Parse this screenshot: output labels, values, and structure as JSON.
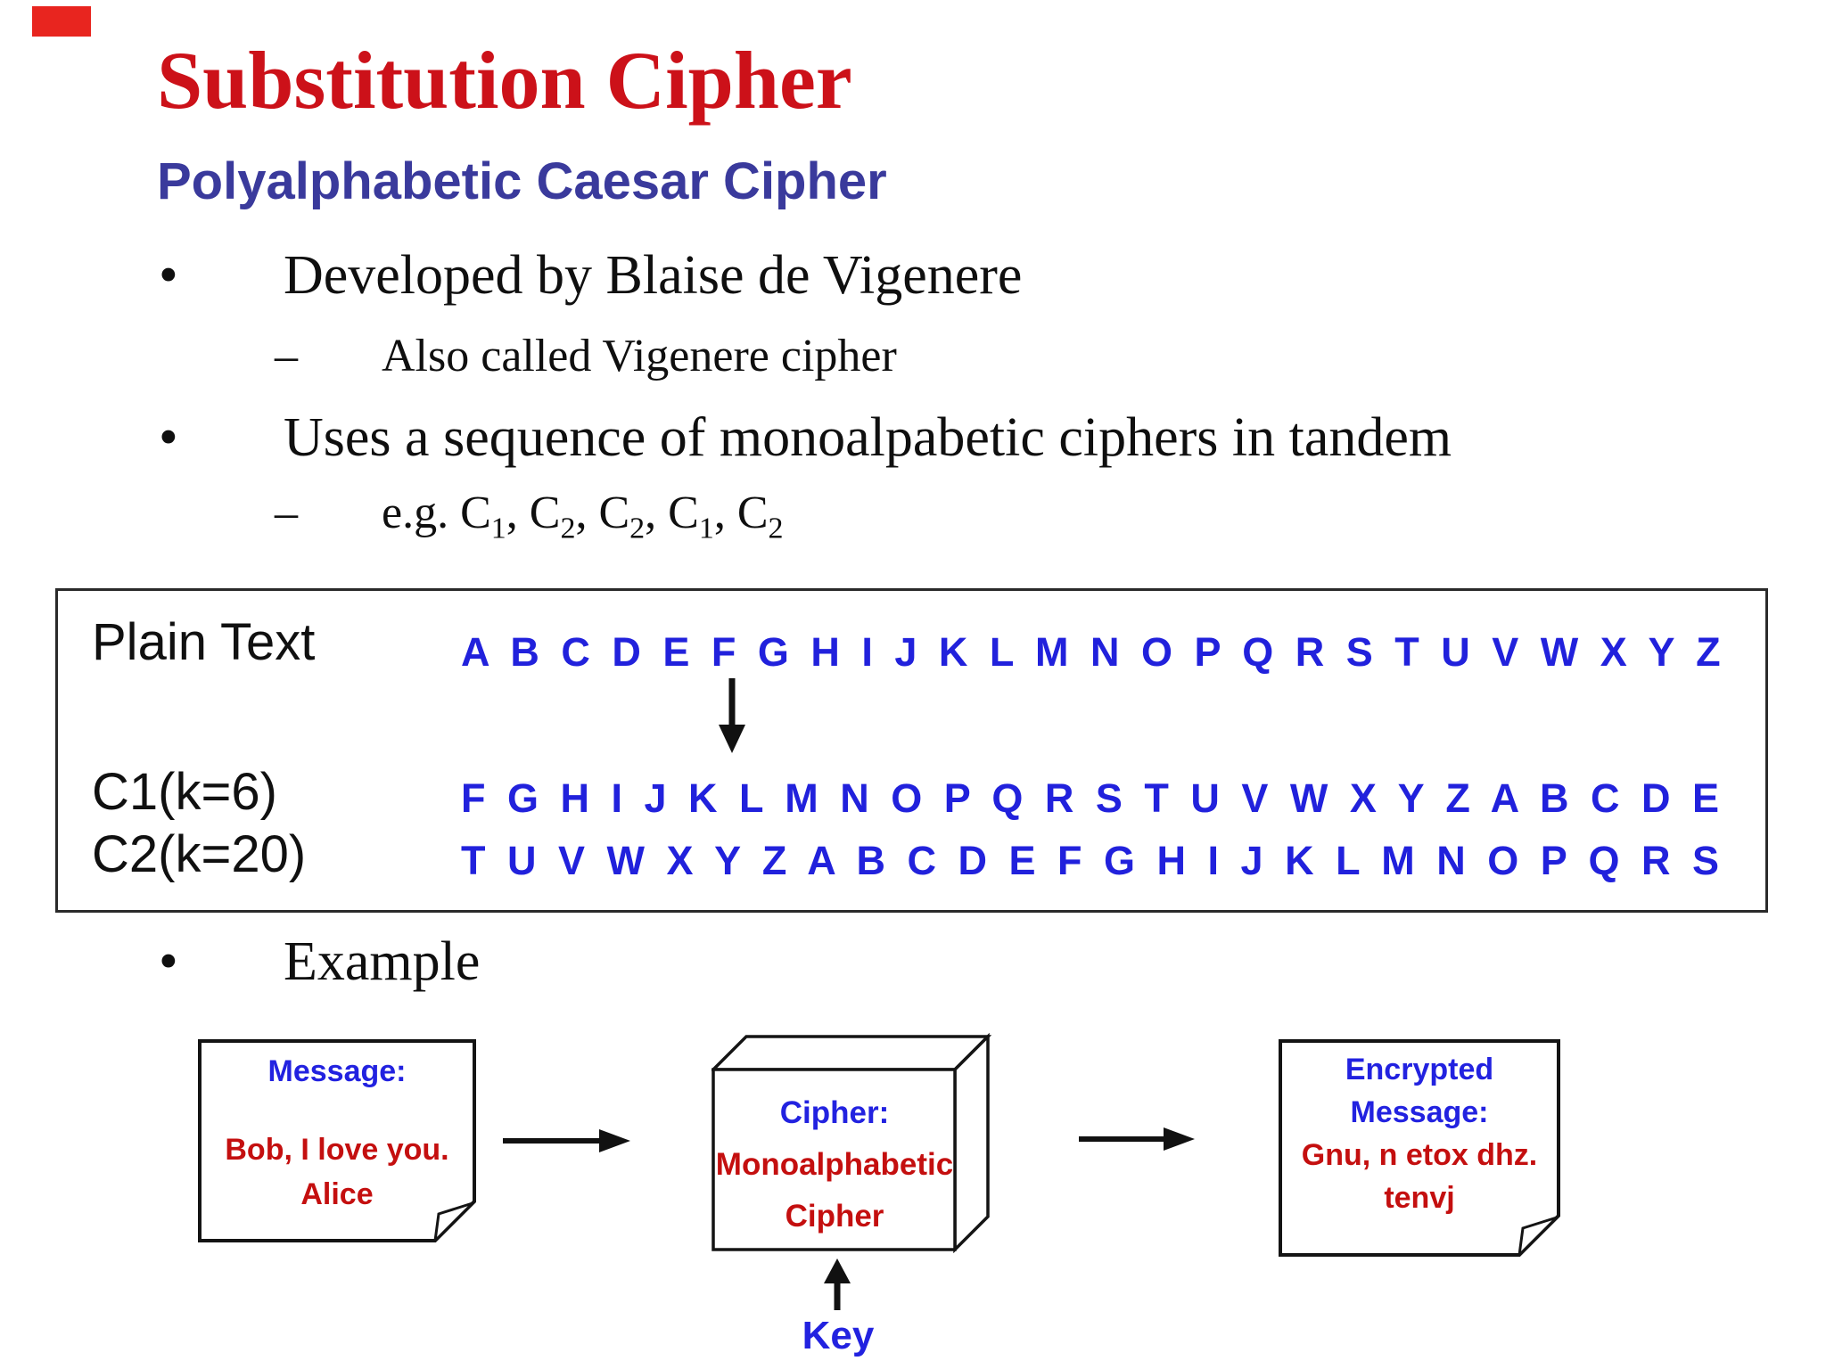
{
  "slide": {
    "corner_marker_color": "#e8251f",
    "title": "Substitution Cipher",
    "subtitle": "Polyalphabetic Caesar Cipher",
    "bullet_char": "•",
    "dash_char": "–",
    "bullets": {
      "developed": "Developed by Blaise de Vigenere",
      "also_called": "Also called Vigenere cipher",
      "uses": "Uses a sequence of monoalpabetic ciphers in tandem",
      "example": "Example"
    },
    "eg": {
      "prefix": "e.g. ",
      "c": "C",
      "subs": [
        "1",
        "2",
        "2",
        "1",
        "2"
      ],
      "sep": ", "
    }
  },
  "cipher_table": {
    "plain_label": "Plain Text",
    "plain_row": "A B C D E F G H I J K L M N O P Q R S T U V W X Y Z",
    "c1_label": "C1(k=6)",
    "c1_row": "F G H I J K L M N O P Q R S T U V W X Y Z A B C D E",
    "c2_label": "C2(k=20)",
    "c2_row": "T U V W X Y Z A B C D E F G H I J K L M N O P Q R S"
  },
  "diagram": {
    "message_box": {
      "heading": "Message:",
      "body_line1": "Bob, I love you.",
      "body_line2": "Alice"
    },
    "cipher_box": {
      "heading": "Cipher:",
      "body_line1": "Monoalphabetic",
      "body_line2": "Cipher"
    },
    "encrypted_box": {
      "heading_line1": "Encrypted",
      "heading_line2": "Message:",
      "body_line1": "Gnu, n etox dhz.",
      "body_line2": "tenvj"
    },
    "key_label": "Key"
  },
  "colors": {
    "title_red": "#cc1119",
    "subtitle_blue": "#3a3a9c",
    "alphabet_blue": "#2121dc",
    "note_heading_blue": "#2222e0",
    "note_body_red": "#c40f0f",
    "text_black": "#0f0f0f"
  }
}
